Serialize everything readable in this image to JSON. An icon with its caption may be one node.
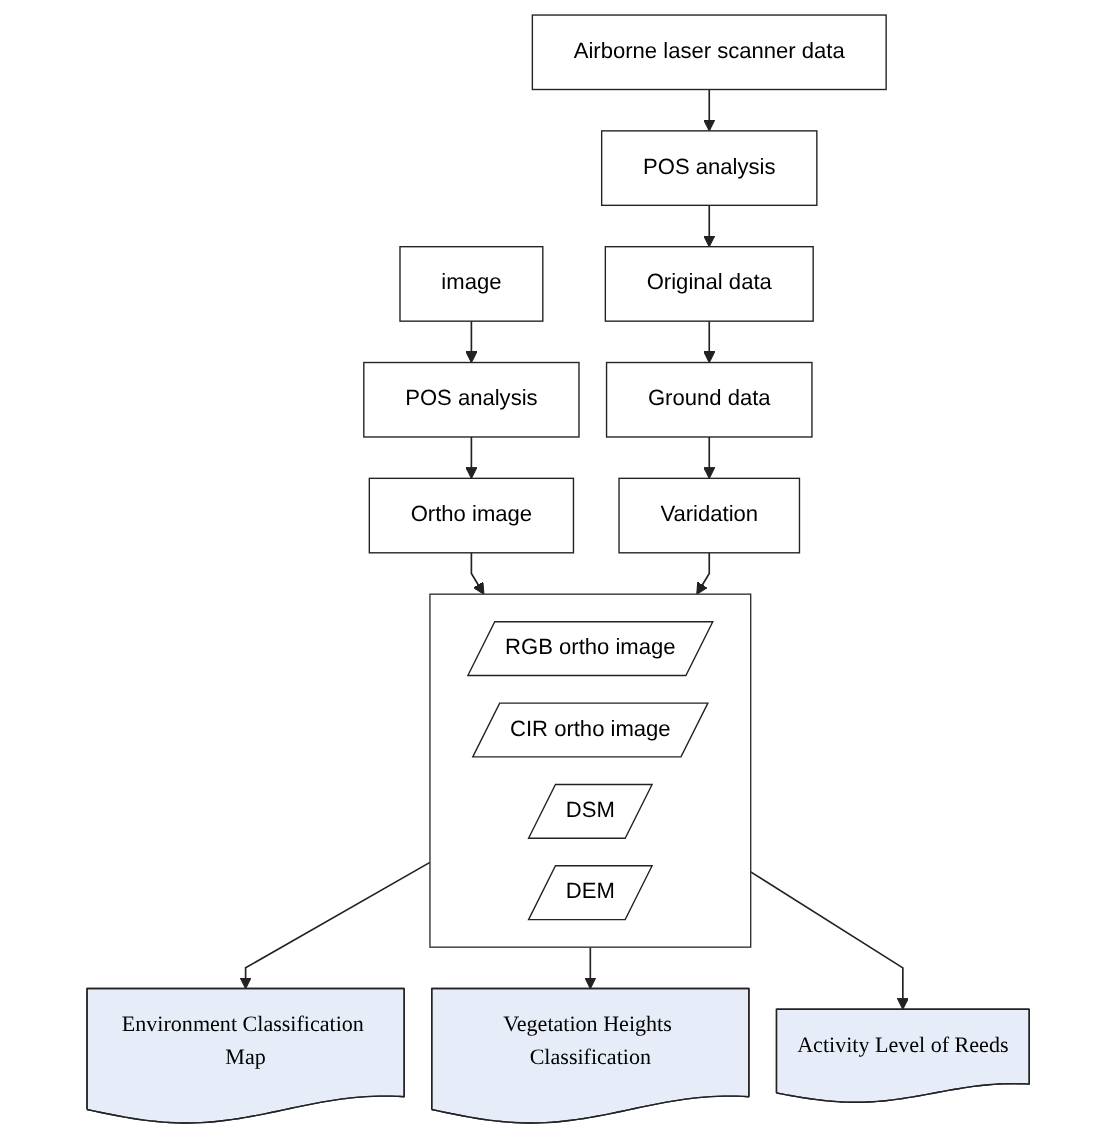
{
  "diagram": {
    "nodes": [
      {
        "text": [
          "image"
        ]
      },
      {
        "text": [
          "POS analysis"
        ]
      },
      {
        "text": [
          "Ortho image"
        ]
      },
      {
        "text": [
          "Airborne laser scanner data"
        ]
      },
      {
        "text": [
          "POS analysis"
        ]
      },
      {
        "text": [
          "Original data"
        ]
      },
      {
        "text": [
          "Ground data"
        ]
      },
      {
        "text": [
          "Varidation"
        ]
      },
      {
        "text": [],
        "shape": "box"
      },
      {
        "text": [
          "RGB ortho image"
        ],
        "in": 8
      },
      {
        "text": [
          "CIR ortho image"
        ],
        "in": 8
      },
      {
        "text": [
          "DSM"
        ],
        "in": 8
      },
      {
        "text": [
          "DEM"
        ],
        "in": 8
      },
      {
        "text": [
          "Environment Classification Map"
        ]
      },
      {
        "text": [
          "Vegetation Heights Classification"
        ]
      },
      {
        "text": [
          "Activity Level of Reeds"
        ]
      }
    ],
    "edges": [
      {
        "from": 0,
        "to": 1,
        "arrow": "to"
      },
      {
        "from": 1,
        "to": 2,
        "arrow": "to"
      },
      {
        "from": 3,
        "to": 4,
        "arrow": "to"
      },
      {
        "from": 4,
        "to": 5,
        "arrow": "to"
      },
      {
        "from": 5,
        "to": 6,
        "arrow": "to"
      },
      {
        "from": 6,
        "to": 7,
        "arrow": "to"
      },
      {
        "from": 2,
        "to": 8,
        "arrow": "to"
      },
      {
        "from": 7,
        "to": 8,
        "arrow": "to"
      },
      {
        "from": 8,
        "to": 13,
        "arrow": "to"
      },
      {
        "from": 8,
        "to": 14,
        "arrow": "to"
      },
      {
        "from": 8,
        "to": 15,
        "arrow": "to"
      }
    ]
  }
}
